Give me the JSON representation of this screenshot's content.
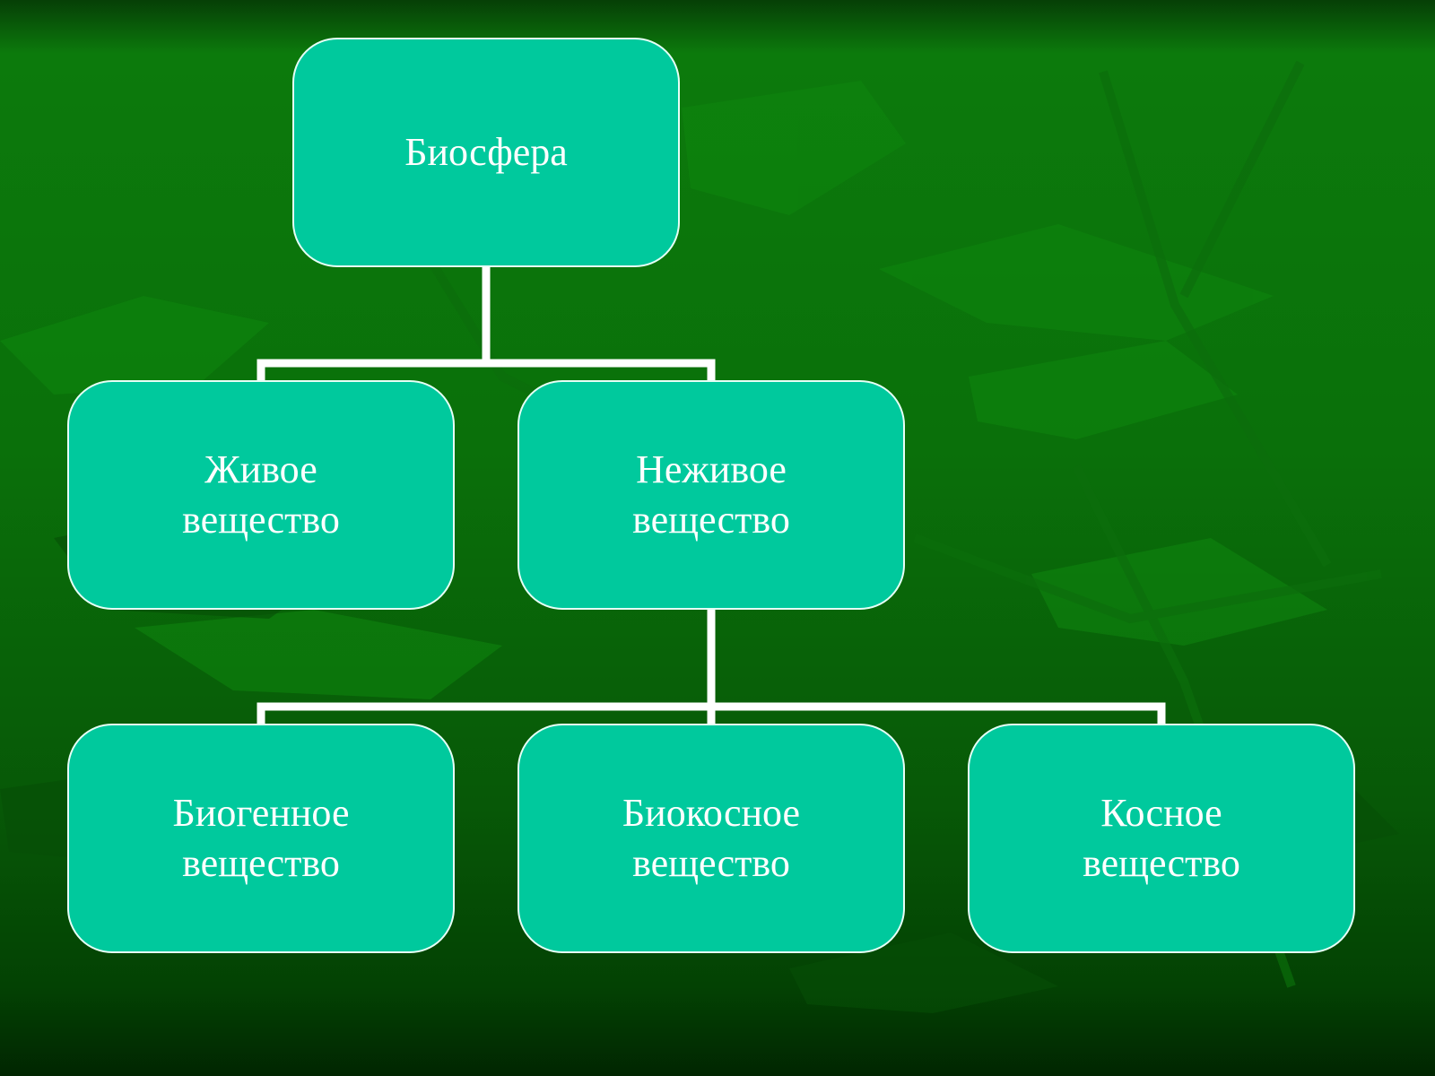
{
  "colors": {
    "node_fill": "#00c99d",
    "node_border": "#e6fff6",
    "connector": "#ffffff",
    "background": "#0a700a"
  },
  "nodes": {
    "root": {
      "label": "Биосфера"
    },
    "live": {
      "label": "Живое\nвещество"
    },
    "nonlive": {
      "label": "Неживое\nвещество"
    },
    "biogenic": {
      "label": "Биогенное\nвещество"
    },
    "bioinert": {
      "label": "Биокосное\nвещество"
    },
    "inert": {
      "label": "Косное\nвещество"
    }
  },
  "edges": [
    {
      "from": "root",
      "to": "live"
    },
    {
      "from": "root",
      "to": "nonlive"
    },
    {
      "from": "nonlive",
      "to": "biogenic"
    },
    {
      "from": "nonlive",
      "to": "bioinert"
    },
    {
      "from": "nonlive",
      "to": "inert"
    }
  ]
}
